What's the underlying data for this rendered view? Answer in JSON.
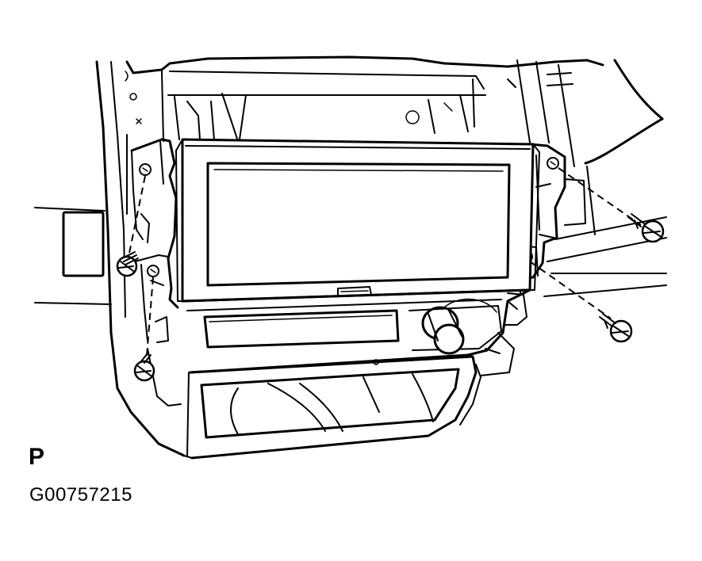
{
  "figure": {
    "view_label": "P",
    "figure_code": "G00757215"
  },
  "parts": [
    "dashboard-surround",
    "mounting-bracket-left",
    "mounting-bracket-right",
    "display-unit",
    "display-screen",
    "climate-control-panel",
    "control-knob",
    "lower-storage-tray",
    "screw-left-upper",
    "screw-left-lower",
    "screw-right-upper",
    "screw-right-lower"
  ]
}
